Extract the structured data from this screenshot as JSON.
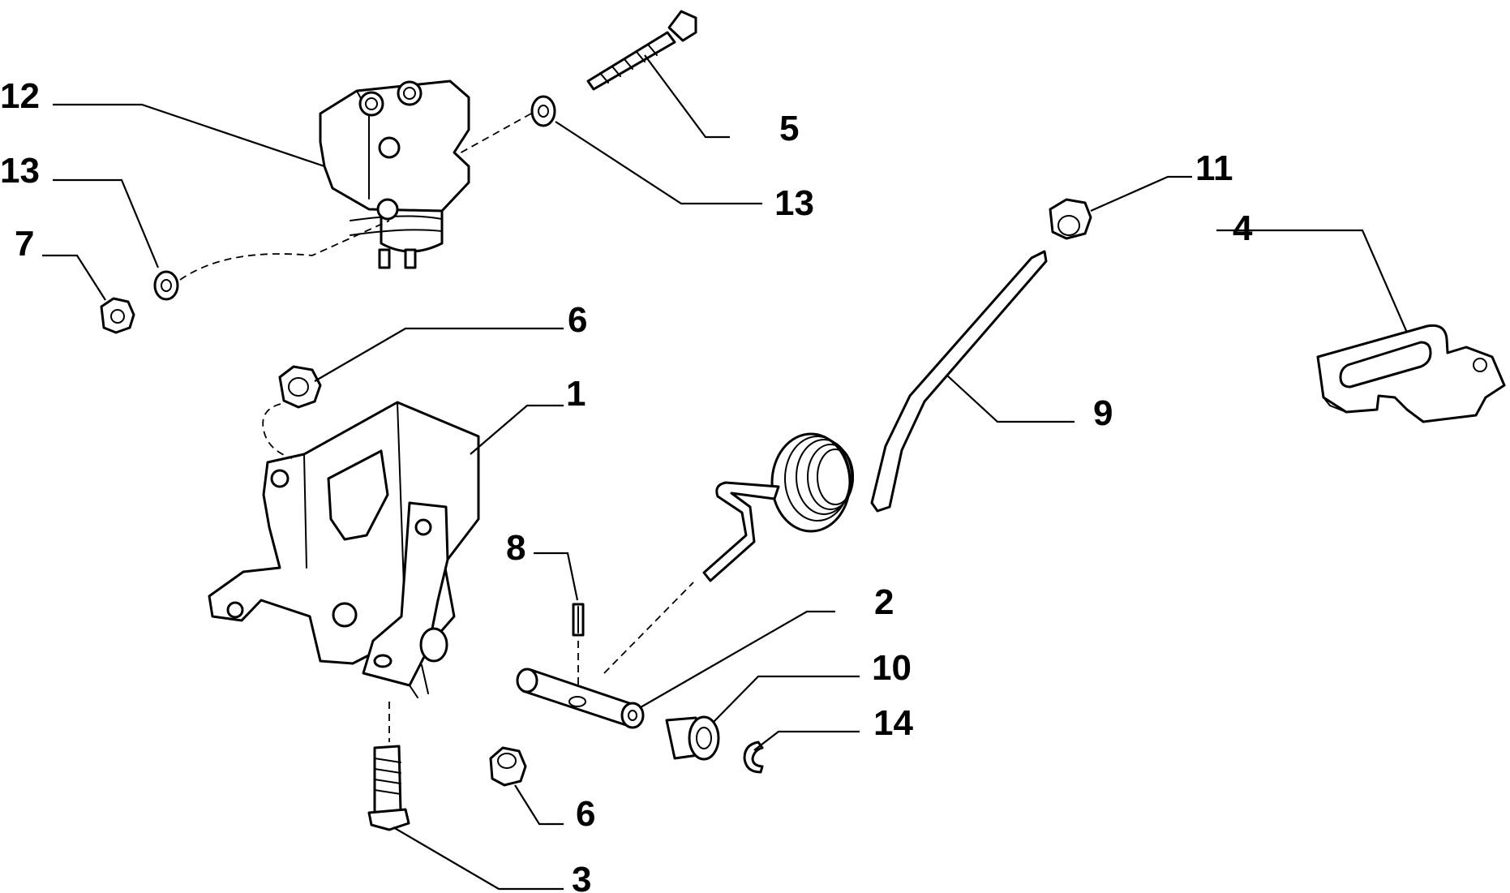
{
  "callouts": {
    "c1": "1",
    "c2": "2",
    "c3": "3",
    "c4": "4",
    "c5": "5",
    "c6a": "6",
    "c6b": "6",
    "c7": "7",
    "c8": "8",
    "c9": "9",
    "c10": "10",
    "c11": "11",
    "c12": "12",
    "c13a": "13",
    "c13b": "13",
    "c14": "14"
  }
}
